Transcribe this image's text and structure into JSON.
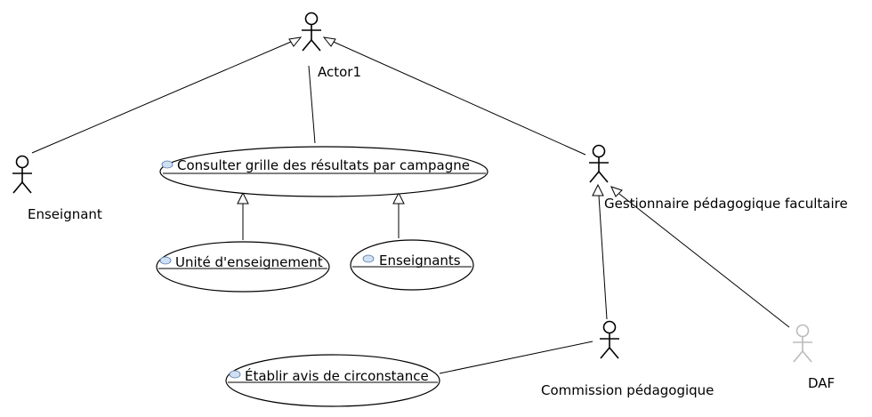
{
  "diagram": {
    "actors": {
      "actor1": {
        "label": "Actor1"
      },
      "enseignant": {
        "label": "Enseignant"
      },
      "gestionnaire": {
        "label": "Gestionnaire pédagogique facultaire"
      },
      "commission": {
        "label": "Commission pédagogique"
      },
      "daf": {
        "label": "DAF",
        "color": "#bbbbbb"
      }
    },
    "use_cases": {
      "consulter": {
        "label": "Consulter grille des résultats par campagne"
      },
      "unite": {
        "label": "Unité d'enseignement"
      },
      "enseignants": {
        "label": "Enseignants"
      },
      "etablir": {
        "label": "Établir avis de circonstance"
      }
    },
    "colors": {
      "stroke": "#000000",
      "background": "#ffffff",
      "use_case_icon": "#cfe0f3",
      "inactive_actor": "#bbbbbb"
    }
  }
}
